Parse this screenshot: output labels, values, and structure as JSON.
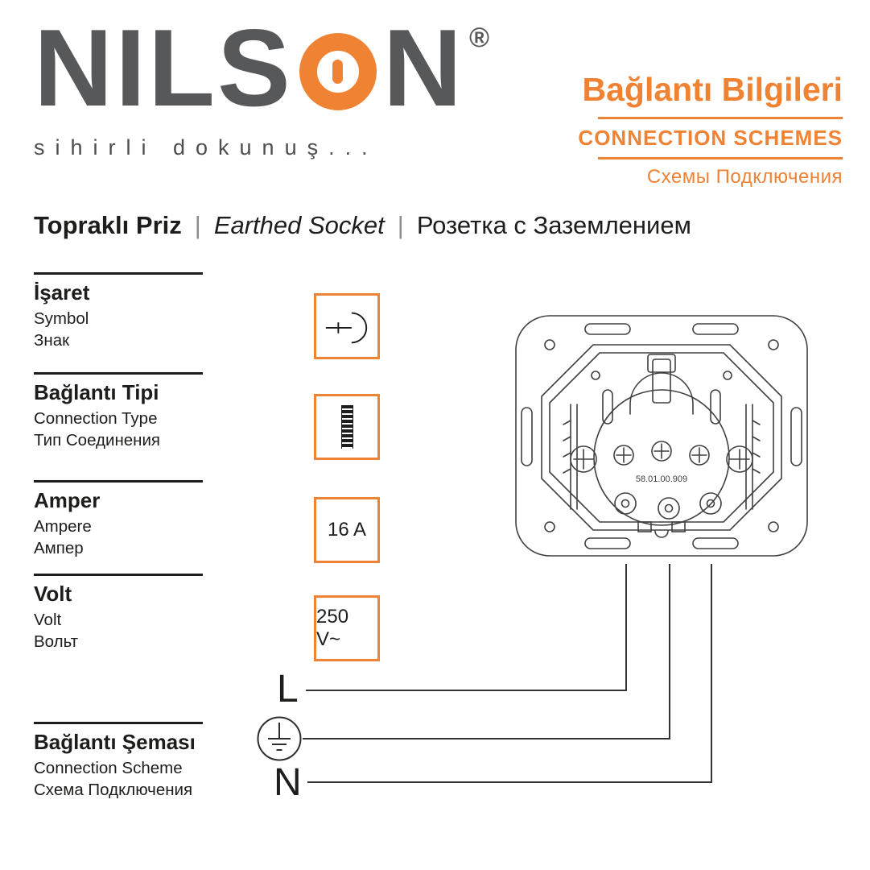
{
  "colors": {
    "accent": "#ef8233",
    "logo_gray": "#57585a",
    "ink": "#1d1d1b"
  },
  "brand": {
    "wordmark_left": "NILS",
    "wordmark_right": "N",
    "registered_mark": "®",
    "tagline": "sihirli dokunuş..."
  },
  "header": {
    "title_tr": "Bağlantı Bilgileri",
    "title_en": "CONNECTION SCHEMES",
    "title_ru": "Схемы Подключения"
  },
  "product": {
    "name_tr": "Topraklı Priz",
    "name_en": "Earthed Socket",
    "name_ru": "Розетка с Заземлением",
    "divider": "|"
  },
  "specs": [
    {
      "tr": "İşaret",
      "en": "Symbol",
      "ru": "Знак",
      "icon": "socket-symbol-icon",
      "value": ""
    },
    {
      "tr": "Bağlantı Tipi",
      "en": "Connection Type",
      "ru": "Тип Соединения",
      "icon": "screw-terminal-icon",
      "value": ""
    },
    {
      "tr": "Amper",
      "en": "Ampere",
      "ru": "Ампер",
      "value": "16 A"
    },
    {
      "tr": "Volt",
      "en": "Volt",
      "ru": "Вольт",
      "value": "250 V~"
    }
  ],
  "scheme": {
    "tr": "Bağlantı Şeması",
    "en": "Connection Scheme",
    "ru": "Схема Подключения",
    "live_label": "L",
    "neutral_label": "N",
    "earth_icon": "earth-symbol-icon"
  },
  "diagram": {
    "part_number": "58.01.00.909"
  }
}
